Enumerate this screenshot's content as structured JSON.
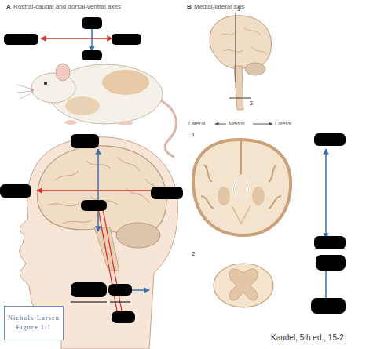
{
  "diagram": {
    "nodes": [
      {
        "text": [
          "Nichols-Larsen Figure 1.1"
        ]
      }
    ],
    "labels": [
      "A",
      "Rostral-caudal and dorsal-ventral axes",
      "B",
      "Medial-lateral axis",
      "1",
      "2",
      "Lateral",
      "Medial",
      "Lateral",
      "1",
      "2",
      "Kandel, 5th ed., 15-2"
    ]
  }
}
